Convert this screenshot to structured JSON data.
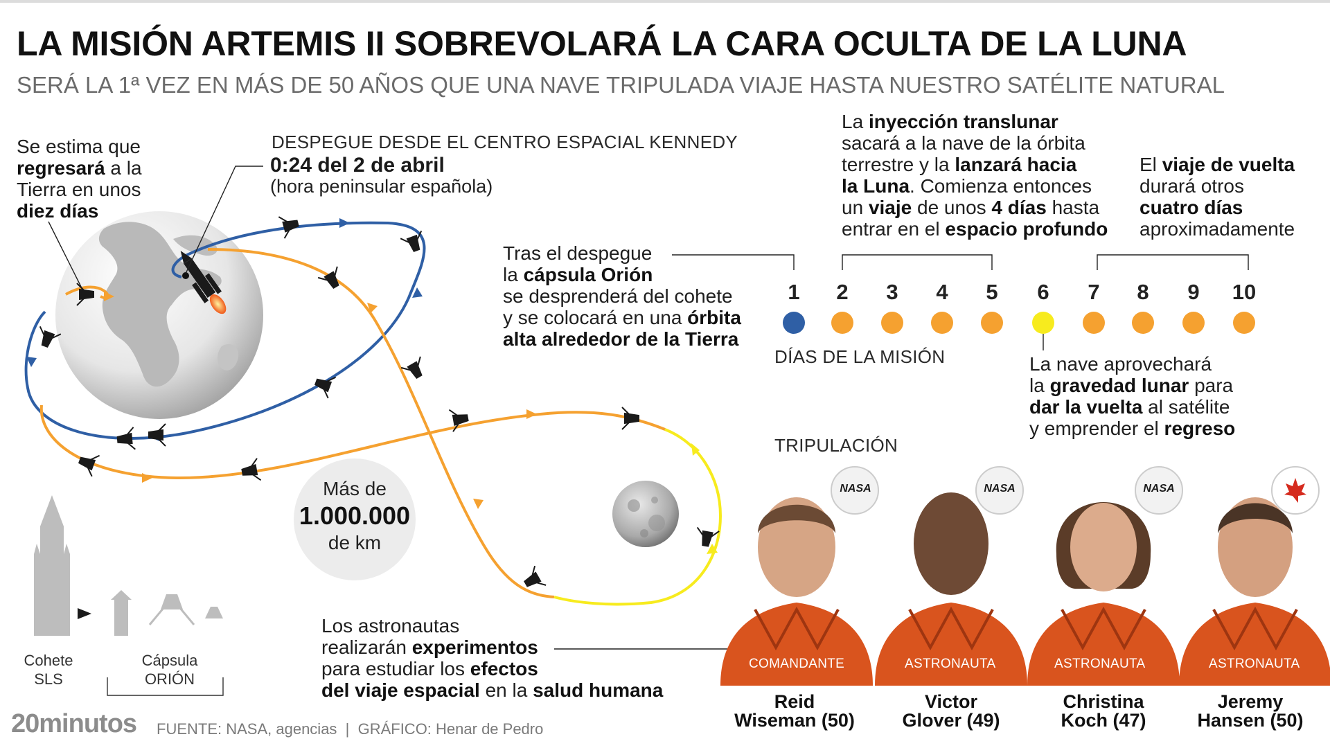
{
  "header": {
    "title": "LA MISIÓN ARTEMIS II SOBREVOLARÁ LA CARA OCULTA DE LA LUNA",
    "subtitle": "SERÁ LA 1ª VEZ EN MÁS DE 50 AÑOS QUE UNA NAVE TRIPULADA VIAJE HASTA NUESTRO SATÉLITE NATURAL"
  },
  "return_note": {
    "l1a": "Se estima que",
    "l2b": "regresará",
    "l2c": " a la",
    "l3a": "Tierra en unos",
    "l4b": "diez días"
  },
  "launch": {
    "label": "DESPEGUE DESDE EL CENTRO ESPACIAL KENNEDY",
    "time": "0:24 del 2 de abril",
    "tz": "(hora peninsular española)"
  },
  "separation_note": {
    "l1": "Tras el despegue",
    "l2a": "la ",
    "l2b": "cápsula Orión",
    "l3": "se desprenderá del cohete",
    "l4a": "y se colocará en una ",
    "l4b": "órbita",
    "l5b": "alta alrededor de la Tierra"
  },
  "translunar_note": {
    "l1a": "La ",
    "l1b": "inyección translunar",
    "l2": "sacará a la nave de la órbita",
    "l3a": "terrestre y la ",
    "l3b": "lanzará hacia",
    "l4b": "la Luna",
    "l4c": ". Comienza entonces",
    "l5a": "un ",
    "l5b": "viaje",
    "l5c": " de unos ",
    "l5d": "4 días",
    "l5e": " hasta",
    "l6a": "entrar en el ",
    "l6b": "espacio profundo"
  },
  "return_trip_note": {
    "l1a": "El ",
    "l1b": "viaje de vuelta",
    "l2": "durará otros",
    "l3b": "cuatro días",
    "l4": "aproximadamente"
  },
  "flyby_note": {
    "l1": "La nave aprovechará",
    "l2a": "la ",
    "l2b": "gravedad lunar",
    "l2c": " para",
    "l3b": "dar la vuelta",
    "l3c": " al satélite",
    "l4a": "y emprender el ",
    "l4b": "regreso"
  },
  "mission_days": {
    "label": "DÍAS DE LA MISIÓN",
    "days": [
      "1",
      "2",
      "3",
      "4",
      "5",
      "6",
      "7",
      "8",
      "9",
      "10"
    ],
    "colors": [
      "#2f5fa5",
      "#f5a130",
      "#f5a130",
      "#f5a130",
      "#f5a130",
      "#f7eb1e",
      "#f5a130",
      "#f5a130",
      "#f5a130",
      "#f5a130"
    ]
  },
  "distance": {
    "pre": "Más de",
    "value": "1.000.000",
    "unit": "de km"
  },
  "experiments_note": {
    "l1": "Los astronautas",
    "l2a": "realizarán ",
    "l2b": "experimentos",
    "l3a": "para estudiar los ",
    "l3b": "efectos",
    "l4b": "del viaje espacial",
    "l4c": " en la ",
    "l4d": "salud humana"
  },
  "vehicles": {
    "rocket_label": "Cohete\nSLS",
    "rocket_l1": "Cohete",
    "rocket_l2": "SLS",
    "capsule_l1": "Cápsula",
    "capsule_l2": "ORIÓN"
  },
  "crew": {
    "heading": "TRIPULACIÓN",
    "members": [
      {
        "role": "COMANDANTE",
        "name1": "Reid",
        "name2": "Wiseman (50)",
        "agency": "NASA"
      },
      {
        "role": "ASTRONAUTA",
        "name1": "Victor",
        "name2": "Glover (49)",
        "agency": "NASA"
      },
      {
        "role": "ASTRONAUTA",
        "name1": "Christina",
        "name2": "Koch (47)",
        "agency": "NASA"
      },
      {
        "role": "ASTRONAUTA",
        "name1": "Jeremy",
        "name2": "Hansen (50)",
        "agency": "CSA"
      }
    ]
  },
  "footer": {
    "brand": "20minutos",
    "credits": "FUENTE: NASA, agencias  |  GRÁFICO: Henar de Pedro"
  },
  "colors": {
    "earth_orbit": "#2f5fa5",
    "outbound": "#f5a130",
    "lunar": "#f7eb1e",
    "spacesuit": "#d9541e"
  }
}
